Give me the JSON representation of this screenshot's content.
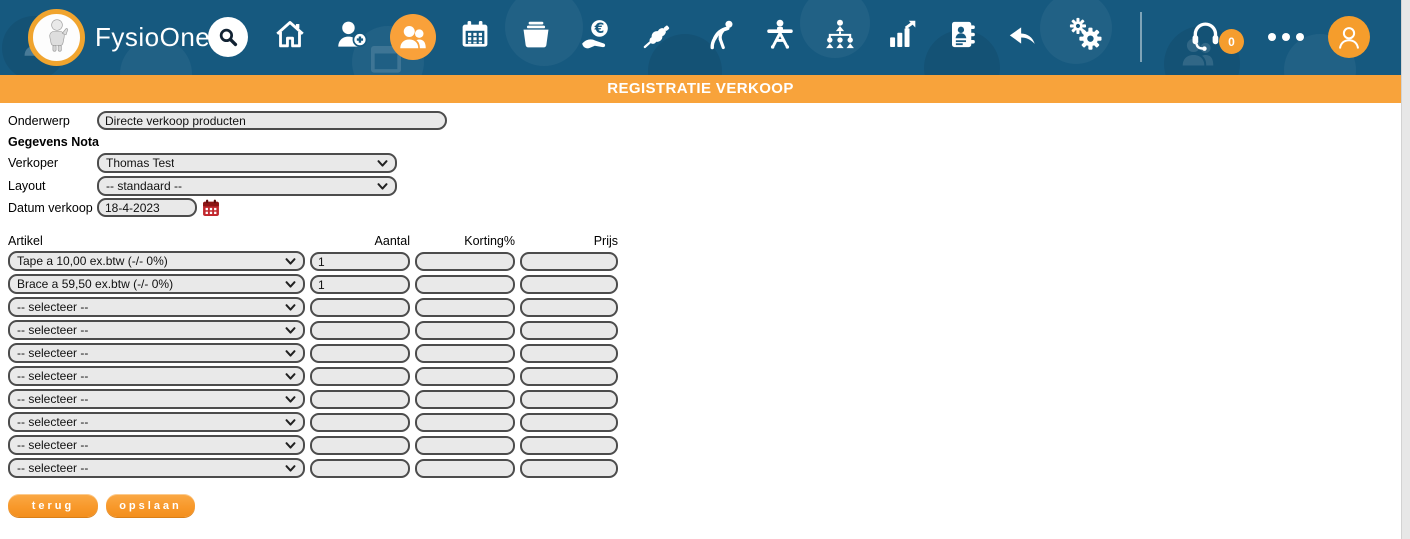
{
  "navbar": {
    "logo_text": "FysioOne",
    "badge_count": "0",
    "icons": [
      {
        "name": "search"
      },
      {
        "name": "home"
      },
      {
        "name": "add-patient"
      },
      {
        "name": "patients",
        "active": true
      },
      {
        "name": "calendar"
      },
      {
        "name": "archive"
      },
      {
        "name": "finance"
      },
      {
        "name": "treatment"
      },
      {
        "name": "exercise"
      },
      {
        "name": "equipment"
      },
      {
        "name": "organization"
      },
      {
        "name": "statistics"
      },
      {
        "name": "contacts"
      },
      {
        "name": "back"
      },
      {
        "name": "settings"
      },
      {
        "name": "support"
      },
      {
        "name": "more"
      },
      {
        "name": "profile"
      }
    ]
  },
  "banner": {
    "title": "REGISTRATIE VERKOOP"
  },
  "form": {
    "onderwerp": {
      "label": "Onderwerp",
      "value": "Directe verkoop producten"
    },
    "section_title": "Gegevens Nota",
    "verkoper": {
      "label": "Verkoper",
      "value": "Thomas Test"
    },
    "layout": {
      "label": "Layout",
      "value": "-- standaard --"
    },
    "datum": {
      "label": "Datum verkoop",
      "value": "18-4-2023"
    }
  },
  "articles": {
    "headers": {
      "artikel": "Artikel",
      "aantal": "Aantal",
      "korting": "Korting%",
      "prijs": "Prijs"
    },
    "rows": [
      {
        "artikel": "Tape a 10,00 ex.btw (-/- 0%)",
        "aantal": "1",
        "korting": "",
        "prijs": ""
      },
      {
        "artikel": "Brace a 59,50 ex.btw (-/- 0%)",
        "aantal": "1",
        "korting": "",
        "prijs": ""
      },
      {
        "artikel": "-- selecteer --",
        "aantal": "",
        "korting": "",
        "prijs": ""
      },
      {
        "artikel": "-- selecteer --",
        "aantal": "",
        "korting": "",
        "prijs": ""
      },
      {
        "artikel": "-- selecteer --",
        "aantal": "",
        "korting": "",
        "prijs": ""
      },
      {
        "artikel": "-- selecteer --",
        "aantal": "",
        "korting": "",
        "prijs": ""
      },
      {
        "artikel": "-- selecteer --",
        "aantal": "",
        "korting": "",
        "prijs": ""
      },
      {
        "artikel": "-- selecteer --",
        "aantal": "",
        "korting": "",
        "prijs": ""
      },
      {
        "artikel": "-- selecteer --",
        "aantal": "",
        "korting": "",
        "prijs": ""
      },
      {
        "artikel": "-- selecteer --",
        "aantal": "",
        "korting": "",
        "prijs": ""
      }
    ]
  },
  "buttons": {
    "terug": "terug",
    "opslaan": "opslaan"
  },
  "colors": {
    "navbar_blue": "#16597F",
    "banner_orange": "#F8A33B",
    "button_orange": "#F8992B",
    "input_bg": "#E9E9E9",
    "input_border": "#4C4C4C",
    "calendar_red": "#C1272D"
  }
}
